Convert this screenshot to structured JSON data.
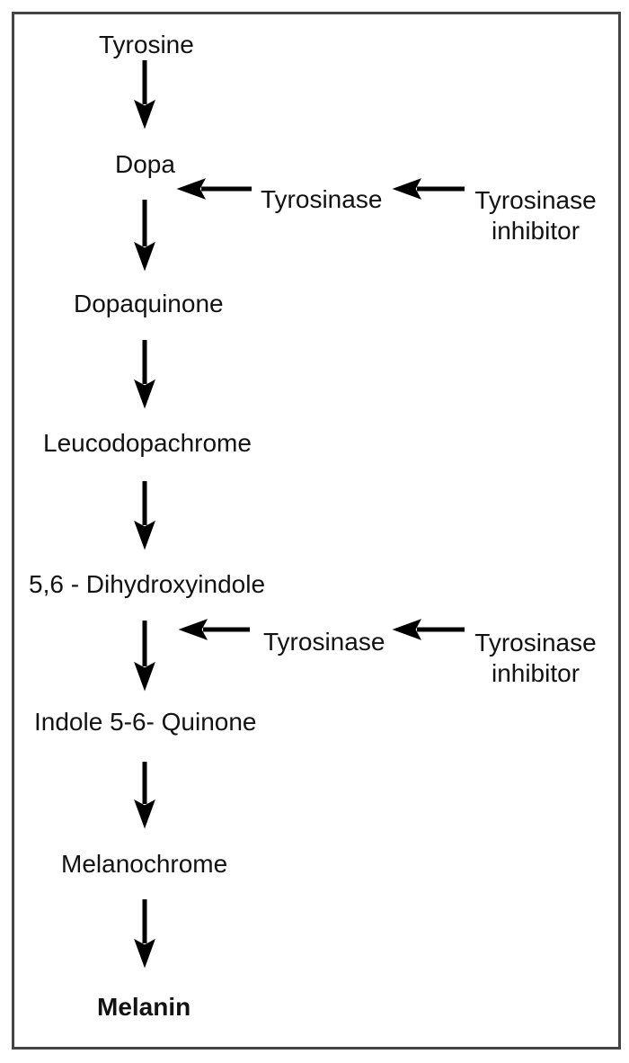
{
  "diagram": {
    "nodes": [
      {
        "id": "tyrosine",
        "label": "Tyrosine"
      },
      {
        "id": "dopa",
        "label": "Dopa"
      },
      {
        "id": "dopaquinone",
        "label": "Dopaquinone"
      },
      {
        "id": "leucodopachrome",
        "label": "Leucodopachrome"
      },
      {
        "id": "dihydroxyindole",
        "label": "5,6 - Dihydroxyindole"
      },
      {
        "id": "indole-quinone",
        "label": "Indole 5-6- Quinone"
      },
      {
        "id": "melanochrome",
        "label": "Melanochrome"
      },
      {
        "id": "melanin",
        "label": "Melanin"
      }
    ],
    "annotations": [
      {
        "enzyme": "Tyrosinase",
        "inhibitor_line1": "Tyrosinase",
        "inhibitor_line2": "inhibitor"
      },
      {
        "enzyme": "Tyrosinase",
        "inhibitor_line1": "Tyrosinase",
        "inhibitor_line2": "inhibitor"
      }
    ],
    "colors": {
      "background": "#ffffff",
      "text": "#121212",
      "arrow": "#000000",
      "border": "#454545"
    }
  }
}
